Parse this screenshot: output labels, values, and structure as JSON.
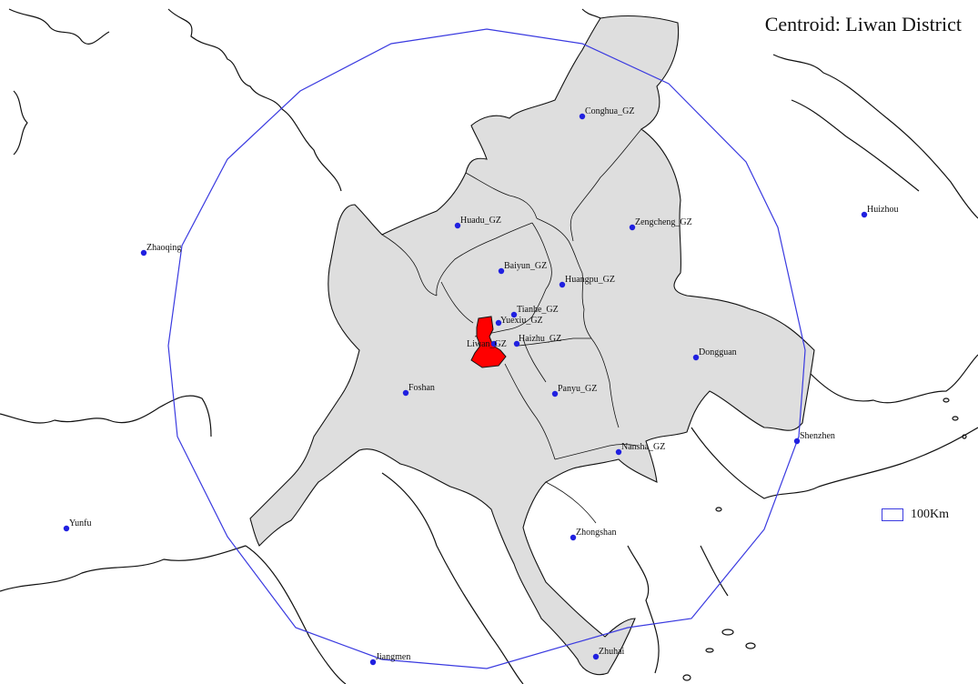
{
  "title": "Centroid: Liwan District",
  "legend": {
    "label": "100Km",
    "color": "#3a3ae0"
  },
  "colors": {
    "region_fill": "#dedede",
    "highlight": "#ff0000",
    "buffer_ring": "#3a3ae0",
    "point": "#2020e0"
  },
  "points": [
    {
      "name": "Conghua_GZ"
    },
    {
      "name": "Huadu_GZ"
    },
    {
      "name": "Zengcheng_GZ"
    },
    {
      "name": "Huizhou"
    },
    {
      "name": "Zhaoqing"
    },
    {
      "name": "Baiyun_GZ"
    },
    {
      "name": "Huangpu_GZ"
    },
    {
      "name": "Tianhe_GZ"
    },
    {
      "name": "Yuexiu_GZ"
    },
    {
      "name": "Liwan_GZ"
    },
    {
      "name": "Haizhu_GZ"
    },
    {
      "name": "Dongguan"
    },
    {
      "name": "Foshan"
    },
    {
      "name": "Panyu_GZ"
    },
    {
      "name": "Shenzhen"
    },
    {
      "name": "Nansha_GZ"
    },
    {
      "name": "Yunfu"
    },
    {
      "name": "Zhongshan"
    },
    {
      "name": "Jiangmen"
    },
    {
      "name": "Zhuhai"
    }
  ]
}
